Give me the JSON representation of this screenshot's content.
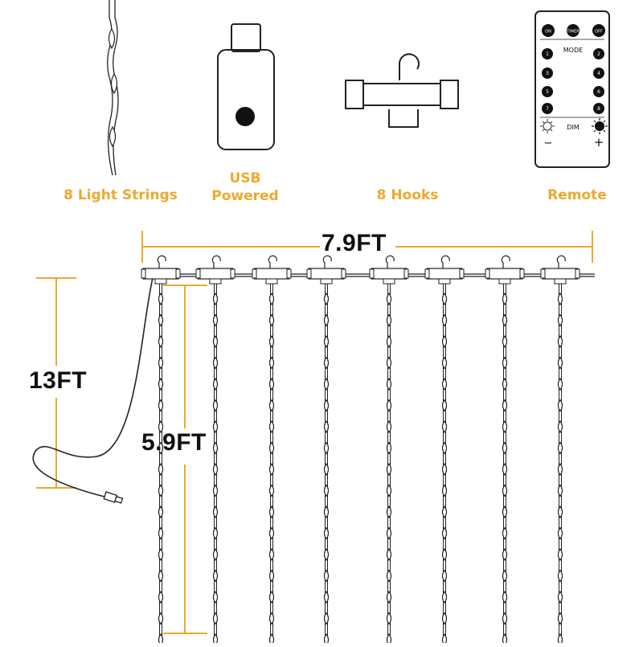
{
  "captions": {
    "strings": "8 Light Strings",
    "usb_line1": "USB",
    "usb_line2": "Powered",
    "hooks": "8 Hooks",
    "remote": "Remote"
  },
  "dimensions": {
    "width": "7.9FT",
    "total_height": "13FT",
    "curtain_height": "5.9FT"
  },
  "remote": {
    "top_buttons": [
      "ON",
      "TIMER",
      "OFF"
    ],
    "mode_label": "MODE",
    "mode_left": [
      "1",
      "3",
      "5",
      "7"
    ],
    "mode_right": [
      "2",
      "4",
      "6",
      "8"
    ],
    "dim_label": "DIM",
    "minus": "−",
    "plus": "+"
  },
  "colors": {
    "accent": "#f0a82e",
    "line": "#222222"
  }
}
